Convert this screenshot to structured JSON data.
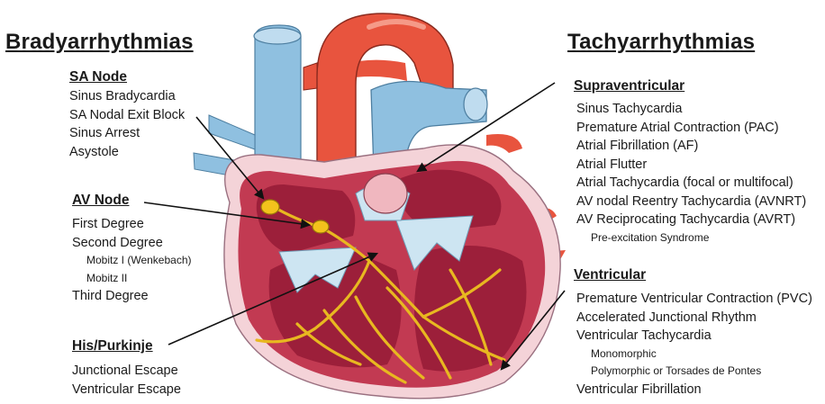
{
  "headings": {
    "left": "Bradyarrhythmias",
    "right": "Tachyarrhythmias"
  },
  "sa_node": {
    "title": "SA Node",
    "items": [
      "Sinus Bradycardia",
      "SA Nodal Exit Block",
      "Sinus Arrest",
      "Asystole"
    ]
  },
  "av_node": {
    "title": "AV Node",
    "items": [
      "First Degree",
      "Second Degree",
      "Mobitz I (Wenkebach)",
      "Mobitz II",
      "Third Degree"
    ]
  },
  "his_purkinje": {
    "title": "His/Purkinje",
    "items": [
      "Junctional Escape",
      "Ventricular Escape"
    ]
  },
  "supraventricular": {
    "title": "Supraventricular",
    "items": [
      "Sinus Tachycardia",
      "Premature Atrial Contraction (PAC)",
      "Atrial Fibrillation (AF)",
      "Atrial Flutter",
      "Atrial Tachycardia (focal or multifocal)",
      "AV nodal Reentry Tachycardia (AVNRT)",
      "AV Reciprocating Tachycardia (AVRT)",
      "Pre-excitation Syndrome"
    ]
  },
  "ventricular": {
    "title": "Ventricular",
    "items": [
      "Premature Ventricular Contraction (PVC)",
      "Accelerated Junctional Rhythm",
      "Ventricular Tachycardia",
      "Monomorphic",
      "Polymorphic or Torsades de Pontes",
      "Ventricular Fibrillation"
    ]
  },
  "colors": {
    "aorta": "#e8543e",
    "vessel_blue": "#8fc0e0",
    "myocardium": "#c23a52",
    "chamber": "#9c1f3a",
    "conduction": "#e8b820",
    "pericardium": "#f4d3d8"
  }
}
